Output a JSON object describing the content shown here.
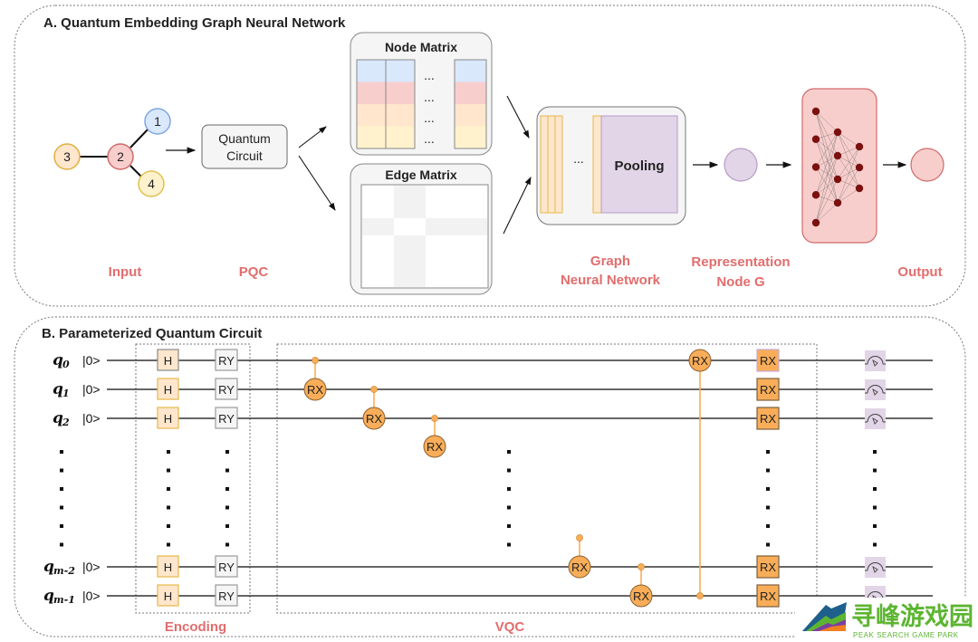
{
  "panel_a": {
    "title": "A. Quantum Embedding Graph Neural Network",
    "graph_nodes": [
      {
        "id": "1",
        "color": "#dae8fc",
        "stroke": "#7ea6e0"
      },
      {
        "id": "2",
        "color": "#f8cecc",
        "stroke": "#d06a6a"
      },
      {
        "id": "3",
        "color": "#ffe6cc",
        "stroke": "#e0b040"
      },
      {
        "id": "4",
        "color": "#fff2cc",
        "stroke": "#e0c050"
      }
    ],
    "graph_edges": [
      [
        "3",
        "2"
      ],
      [
        "2",
        "1"
      ],
      [
        "2",
        "4"
      ]
    ],
    "pqc_box": {
      "line1": "Quantum",
      "line2": "Circuit"
    },
    "node_matrix": {
      "title": "Node Matrix",
      "row_colors": [
        "#dae8fc",
        "#f8cecc",
        "#ffe6cc",
        "#fff2cc"
      ],
      "ellipsis": "..."
    },
    "edge_matrix": {
      "title": "Edge Matrix"
    },
    "gnn": {
      "ellipsis": "...",
      "pooling_label": "Pooling"
    },
    "stages": {
      "input": "Input",
      "pqc": "PQC",
      "gnn_line1": "Graph",
      "gnn_line2": "Neural Network",
      "rep_line1": "Representation",
      "rep_line2": "Node G",
      "output": "Output"
    },
    "mlp_layers": [
      5,
      4,
      3
    ]
  },
  "panel_b": {
    "title": "B. Parameterized Quantum Circuit",
    "qubits": [
      {
        "name": "q",
        "sub": "0",
        "ket": "|0>"
      },
      {
        "name": "q",
        "sub": "1",
        "ket": "|0>"
      },
      {
        "name": "q",
        "sub": "2",
        "ket": "|0>"
      },
      {
        "name": "q",
        "sub": "m-2",
        "ket": "|0>"
      },
      {
        "name": "q",
        "sub": "m-1",
        "ket": "|0>"
      }
    ],
    "encoding_gates": [
      "H",
      "RY"
    ],
    "vqc_controlled_gate": "RX",
    "vqc_final_gate": "RX",
    "controlled_ops": [
      {
        "control": 0,
        "target": 1
      },
      {
        "control": 1,
        "target": 2
      },
      {
        "control": 2,
        "target": "2.5"
      },
      {
        "control": "2.5",
        "target": 3
      },
      {
        "control": 3,
        "target": 4
      },
      {
        "control": 4,
        "target": 0
      }
    ],
    "section_labels": {
      "encoding": "Encoding",
      "vqc": "VQC"
    },
    "measure_icon": "meter-icon"
  },
  "colors": {
    "stage_text": "#e26d6d",
    "gate_orange": "#f9ad58",
    "h_fill": "#ffe6cc",
    "ry_fill": "#f5f5f5",
    "measure_fill": "#e1d5e7",
    "pool_fill": "#e1d5e7",
    "mlp_fill": "#f8cecc",
    "mlp_node": "#7a1010"
  },
  "watermark": {
    "cn": "寻峰游戏园",
    "en": "PEAK SEARCH GAME PARK"
  }
}
